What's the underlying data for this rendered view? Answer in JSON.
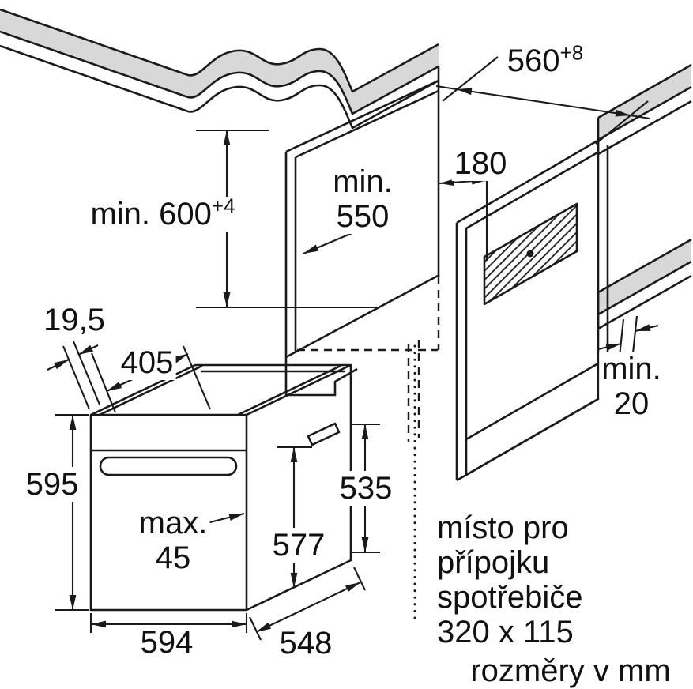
{
  "style": {
    "line_color": "#1a1a1a",
    "surface_fill": "#d8d8d8",
    "background": "#ffffff"
  },
  "labels": {
    "niche_width": "560",
    "niche_width_tol": "+8",
    "niche_height": "min. 600",
    "niche_height_tol": "+4",
    "niche_depth_1": "min.",
    "niche_depth_2": "550",
    "vent_offset": "180",
    "rear_gap_1": "min.",
    "rear_gap_2": "20",
    "top_clearance": "19,5",
    "handle_depth": "405",
    "oven_height": "595",
    "door_protrusion_1": "max.",
    "door_protrusion_2": "45",
    "oven_depth_total": "577",
    "oven_rear_height": "535",
    "oven_width": "594",
    "oven_depth": "548"
  },
  "notes": {
    "connection_1": "místo pro",
    "connection_2": "přípojku",
    "connection_3": "spotřebiče",
    "connection_4": "320 x 115",
    "units": "rozměry v mm"
  }
}
